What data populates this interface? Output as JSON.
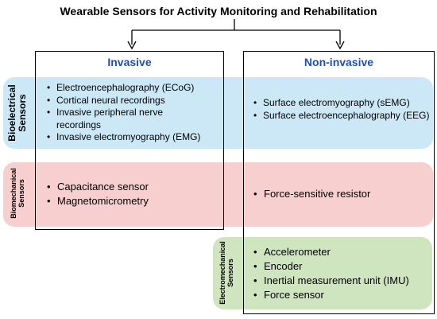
{
  "title": "Wearable Sensors for Activity Monitoring and Rehabilitation",
  "colors": {
    "accent": "#1f4fb5",
    "blue": "#cce8f7",
    "pink": "#f8cfcf",
    "green": "#cfe5bf"
  },
  "columns": {
    "invasive": "Invasive",
    "non_invasive": "Non-invasive"
  },
  "rows": {
    "bioelectrical": {
      "label_line1": "Bioelectrical",
      "label_line2": "Sensors",
      "invasive": [
        "Electroencephalography (ECoG)",
        "Cortical neural recordings",
        "Invasive peripheral nerve recordings",
        "Invasive electromyography (EMG)"
      ],
      "non_invasive": [
        "Surface electromyography (sEMG)",
        "Surface electroencephalography (EEG)"
      ]
    },
    "biomechanical": {
      "label_line1": "Biomechanical",
      "label_line2": "Sensors",
      "invasive": [
        "Capacitance sensor",
        "Magnetomicrometry"
      ],
      "non_invasive": [
        "Force-sensitive resistor"
      ]
    },
    "electromechanical": {
      "label_line1": "Electromechanical",
      "label_line2": "Sensors",
      "non_invasive": [
        "Accelerometer",
        "Encoder",
        "Inertial measurement unit (IMU)",
        "Force sensor"
      ]
    }
  }
}
